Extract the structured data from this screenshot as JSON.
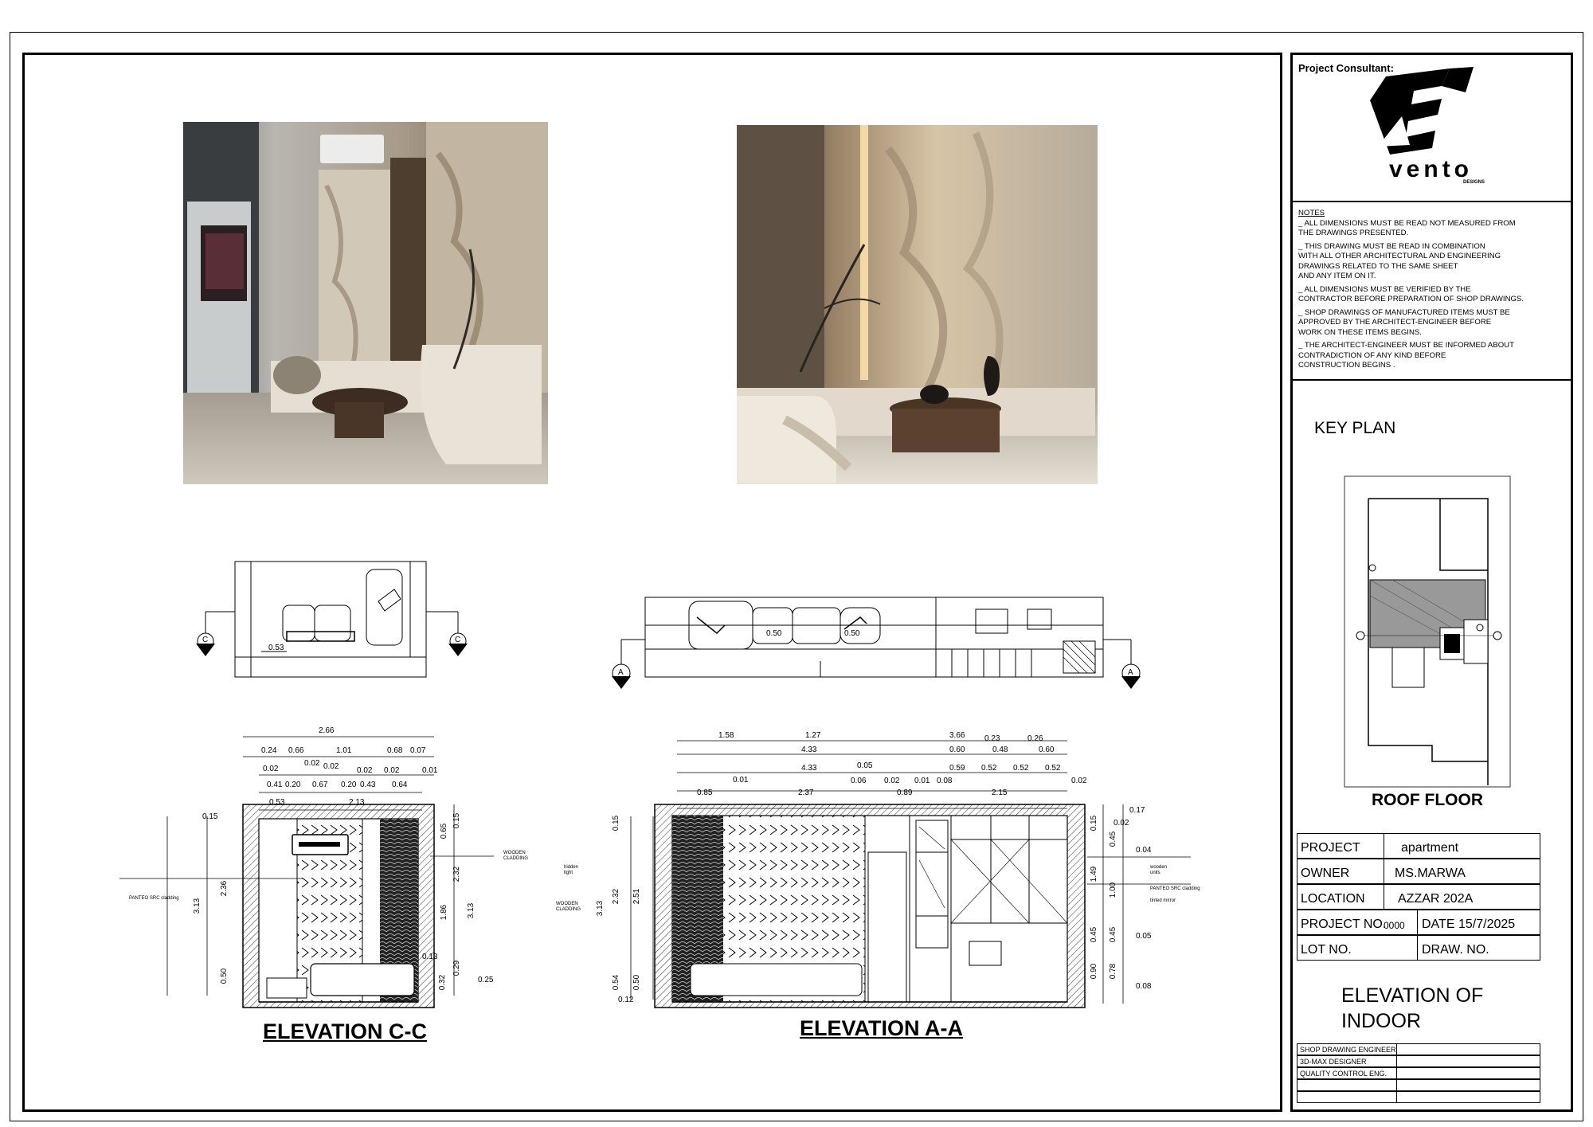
{
  "consultant_label": "Project Consultant:",
  "logo_text": "vento",
  "logo_sub": "DESIGNS",
  "notes_title": "NOTES",
  "notes": [
    "_ ALL DIMENSIONS MUST BE READ NOT MEASURED FROM",
    "   THE DRAWINGS PRESENTED.",
    "_ THIS DRAWING MUST BE READ IN COMBINATION",
    "   WITH ALL OTHER ARCHITECTURAL AND ENGINEERING",
    "   DRAWINGS RELATED TO THE SAME SHEET",
    "   AND ANY ITEM ON IT.",
    "_ ALL DIMENSIONS MUST BE VERIFIED BY THE",
    "   CONTRACTOR BEFORE PREPARATION OF SHOP DRAWINGS.",
    "_ SHOP DRAWINGS OF MANUFACTURED ITEMS MUST BE",
    "   APPROVED BY THE ARCHITECT-ENGINEER BEFORE",
    "   WORK ON THESE ITEMS BEGINS.",
    "_ THE ARCHITECT-ENGINEER MUST BE INFORMED ABOUT",
    "   CONTRADICTION OF ANY KIND BEFORE",
    "   CONSTRUCTION BEGINS ."
  ],
  "key_plan_label": "KEY PLAN",
  "roof_floor_label": "ROOF FLOOR",
  "project_info": {
    "project_label": "PROJECT",
    "project_value": "apartment",
    "owner_label": "OWNER",
    "owner_value": "MS.MARWA",
    "location_label": "LOCATION",
    "location_value": "AZZAR 202A",
    "project_no_label": "PROJECT NO.",
    "project_no_value": "0000",
    "date_label": "DATE",
    "date_value": "15/7/2025",
    "lot_label": "LOT NO.",
    "draw_label": "DRAW. NO."
  },
  "sheet_title_line1": "ELEVATION OF",
  "sheet_title_line2": "INDOOR",
  "signatures": [
    "SHOP DRAWING ENGINEER",
    "3D-MAX DESIGNER",
    "QUALITY CONTROL ENG."
  ],
  "elevation_cc": {
    "title": "ELEVATION C-C",
    "section_marker": "C",
    "plan_dim": "0.53",
    "top_dims_row1": [
      "2.66"
    ],
    "top_dims_row2": [
      "0.24",
      "0.66",
      "1.01",
      "0.68",
      "0.07"
    ],
    "top_dims_row3": [
      "0.02",
      "0.02",
      "0.02",
      "0.02",
      "0.02",
      "0.01"
    ],
    "top_dims_row4": [
      "0.41",
      "0.20",
      "0.67",
      "0.20",
      "0.43",
      "0.64"
    ],
    "top_dims_row5": [
      "0.53",
      "2.13"
    ],
    "left_dims": [
      "0.15",
      "2.36",
      "3.13",
      "0.50"
    ],
    "right_dims": [
      "0.65",
      "0.15",
      "2.32",
      "1.86",
      "3.13",
      "0.13",
      "0.29",
      "0.32",
      "0.25"
    ],
    "callouts": [
      "PANTEO SRC cladding",
      "WOODEN CLADDING"
    ]
  },
  "elevation_aa": {
    "title": "ELEVATION A-A",
    "section_marker": "A",
    "plan_dims": [
      "0.50",
      "0.50"
    ],
    "top_row1": [
      "1.58",
      "1.27",
      "3.66",
      "0.23",
      "0.26"
    ],
    "top_row2": [
      "4.33",
      "0.60",
      "0.48",
      "0.60"
    ],
    "top_row3": [
      "4.33",
      "0.05",
      "0.59",
      "0.52",
      "0.52",
      "0.52"
    ],
    "top_row4": [
      "0.01",
      "0.06",
      "0.02",
      "0.01",
      "0.08",
      "0.02"
    ],
    "top_row5": [
      "0.85",
      "2.37",
      "0.89",
      "2.15"
    ],
    "left_dims": [
      "0.15",
      "2.32",
      "2.51",
      "3.13",
      "0.54",
      "0.50",
      "0.12"
    ],
    "right_dims": [
      "0.15",
      "0.45",
      "1.49",
      "1.00",
      "0.45",
      "0.45",
      "0.90",
      "0.78"
    ],
    "far_right_dims": [
      "0.17",
      "0.02",
      "0.04",
      "0.05",
      "0.08"
    ],
    "callouts": [
      "hidden light",
      "WOODEN CLADDING",
      "wooden units",
      "PANTEO SRC cladding",
      "tinted mirror"
    ]
  }
}
